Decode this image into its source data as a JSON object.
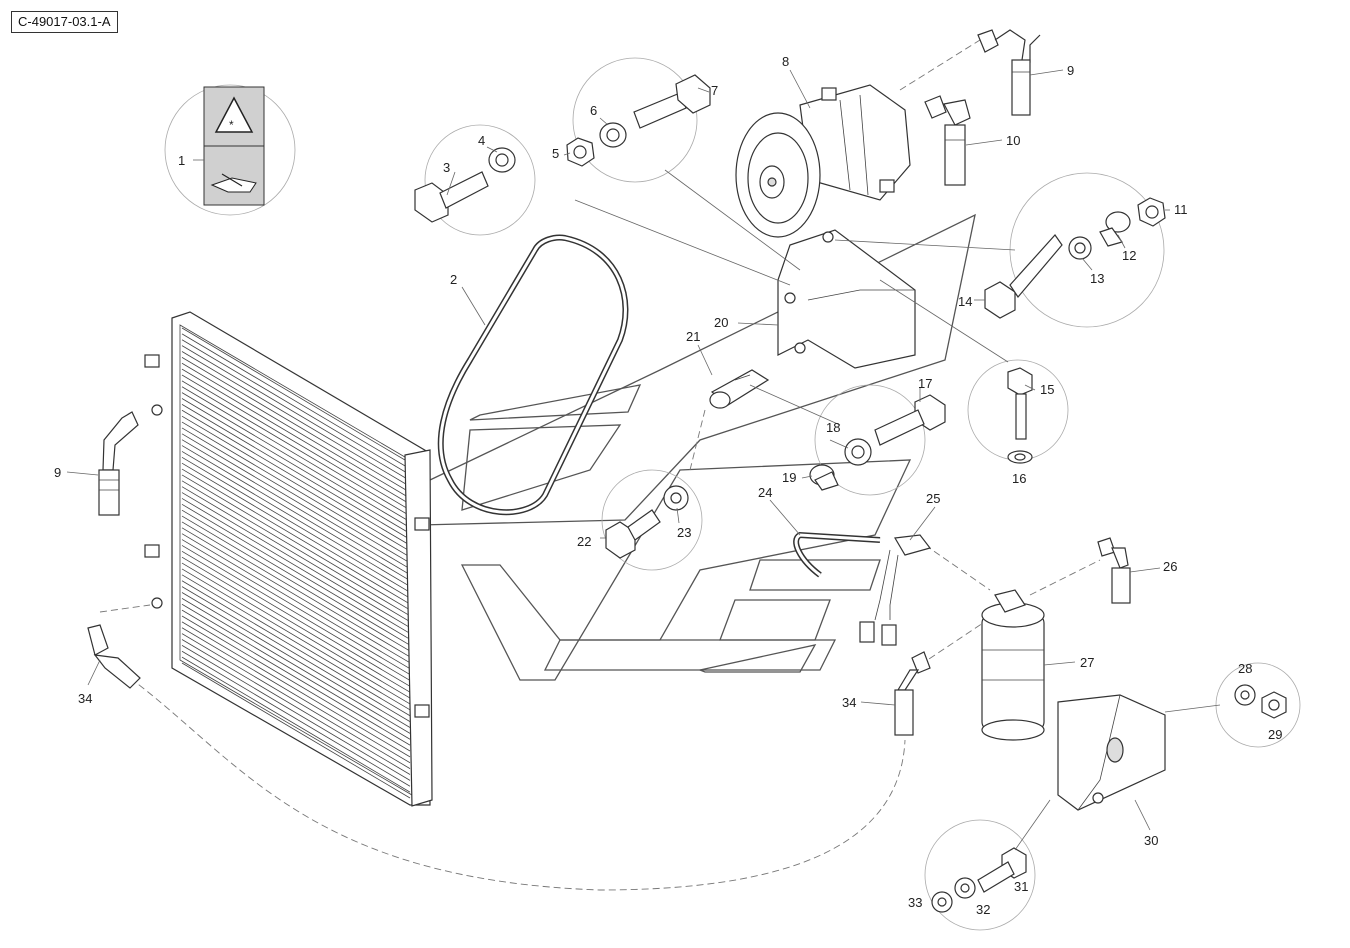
{
  "reference_code": "C-49017-03.1-A",
  "labels": {
    "l1": "1",
    "l2": "2",
    "l3": "3",
    "l4": "4",
    "l5": "5",
    "l6": "6",
    "l7": "7",
    "l8": "8",
    "l9a": "9",
    "l9b": "9",
    "l10": "10",
    "l11": "11",
    "l12": "12",
    "l13": "13",
    "l14": "14",
    "l15": "15",
    "l16": "16",
    "l17": "17",
    "l18": "18",
    "l19": "19",
    "l20": "20",
    "l21": "21",
    "l22": "22",
    "l23": "23",
    "l24": "24",
    "l25": "25",
    "l26": "26",
    "l27": "27",
    "l28": "28",
    "l29": "29",
    "l30": "30",
    "l31": "31",
    "l32": "32",
    "l33": "33",
    "l34a": "34",
    "l34b": "34"
  },
  "colors": {
    "line": "#333333",
    "background": "#ffffff",
    "callout_circle": "#aaaaaa",
    "warning_panel": "#d0d0d0"
  },
  "icons": [
    "warning-snowflake-icon",
    "manual-book-icon"
  ]
}
